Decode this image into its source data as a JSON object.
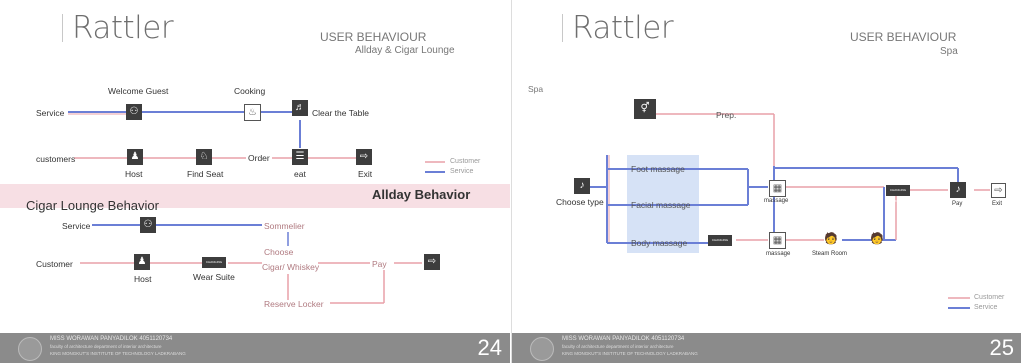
{
  "slide24": {
    "brand": "Rattler",
    "brand_sub": "",
    "header": "USER BEHAVIOUR",
    "subheader": "Allday & Cigar Lounge",
    "labels": {
      "service": "Service",
      "welcome_guest": "Welcome Guest",
      "cooking": "Cooking",
      "clear_table": "Clear the Table",
      "customers": "customers",
      "host": "Host",
      "find_seat": "Find Seat",
      "order": "Order",
      "eat": "eat",
      "exit": "Exit"
    },
    "legend": {
      "customer": "Customer",
      "service": "Service"
    },
    "allday_title": "Allday Behavior",
    "cigar_title": "Cigar Lounge Behavior",
    "cigar_labels": {
      "service": "Service",
      "sommelier": "Sommelier",
      "customer": "Customer",
      "host": "Host",
      "wear_suite": "Wear Suite",
      "choose": "Choose",
      "cigar_whiskey": "Cigar/ Whiskey",
      "pay": "Pay",
      "reserve_locker": "Reserve Locker"
    },
    "footer": {
      "name": "MISS WORAWAN PANYADILOK 4051120734",
      "line2": "faculty of architecture department of interior architecture",
      "line3": "KING MONGKUT'S INSTITUTE OF TECHNOLOGY LADKRABANG"
    },
    "page_number": "24"
  },
  "slide25": {
    "brand": "Rattler",
    "header": "USER BEHAVIOUR",
    "subheader": "Spa",
    "section_label": "Spa",
    "labels": {
      "prep": "Prep.",
      "choose_type": "Choose type",
      "foot_massage": "Foot massage",
      "facial_massage": "Facial massage",
      "body_massage": "Body massage",
      "massage1": "massage",
      "massage2": "massage",
      "steam_room": "Steam Room",
      "pay": "Pay",
      "exit": "Exit"
    },
    "legend": {
      "customer": "Customer",
      "service": "Service"
    },
    "footer": {
      "name": "MISS WORAWAN PANYADILOK 4051120734",
      "line2": "faculty of architecture department of interior architecture",
      "line3": "KING MONGKUT'S INSTITUTE OF TECHNOLOGY LADKRABANG"
    },
    "page_number": "25"
  },
  "colors": {
    "customer_line": "#e8a0a8",
    "service_line": "#6b7fd6",
    "icon_dark": "#3d3d3d",
    "band": "#f7dfe4",
    "spa_box": "#d6e2f6",
    "footer": "#8b8b8b"
  }
}
